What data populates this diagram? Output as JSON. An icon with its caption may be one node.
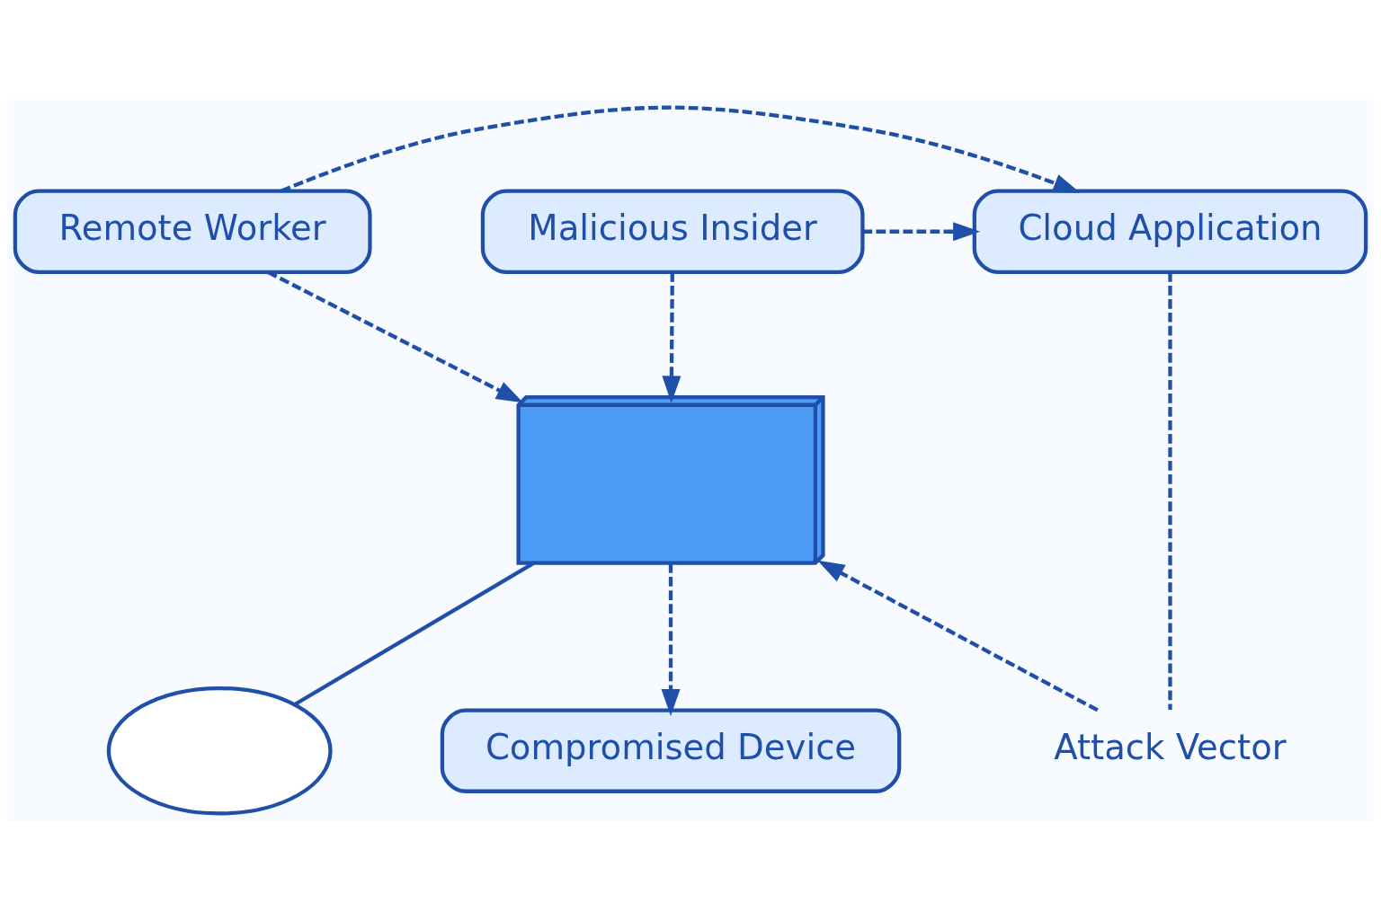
{
  "diagram": {
    "nodes": [
      {
        "text": [
          "Remote Worker"
        ]
      },
      {
        "text": [
          "Cloud Application"
        ]
      },
      {
        "text": [
          "Malicious Insider"
        ]
      },
      {
        "text": [
          "Attack Vector"
        ]
      },
      {
        "text": [
          "Compromised Device"
        ]
      },
      {
        "text": [],
        "shape": "cloud"
      },
      {
        "text": [],
        "shape": "picture"
      }
    ],
    "edges": [
      {
        "from": 0,
        "to": 1,
        "arrow": "to",
        "style": "dashed"
      },
      {
        "from": 2,
        "to": 1,
        "arrow": "to",
        "style": "dashed"
      },
      {
        "from": 1,
        "to": 3,
        "arrow": "none",
        "style": "dashed"
      },
      {
        "from": 0,
        "to": 6,
        "arrow": "to",
        "style": "dashed"
      },
      {
        "from": 3,
        "to": 6,
        "arrow": "to",
        "style": "dashed"
      },
      {
        "from": 2,
        "to": 6,
        "arrow": "to",
        "style": "dashed"
      },
      {
        "from": 6,
        "to": 4,
        "arrow": "to",
        "style": "dashed"
      },
      {
        "from": 5,
        "to": 6,
        "arrow": "none"
      }
    ]
  }
}
